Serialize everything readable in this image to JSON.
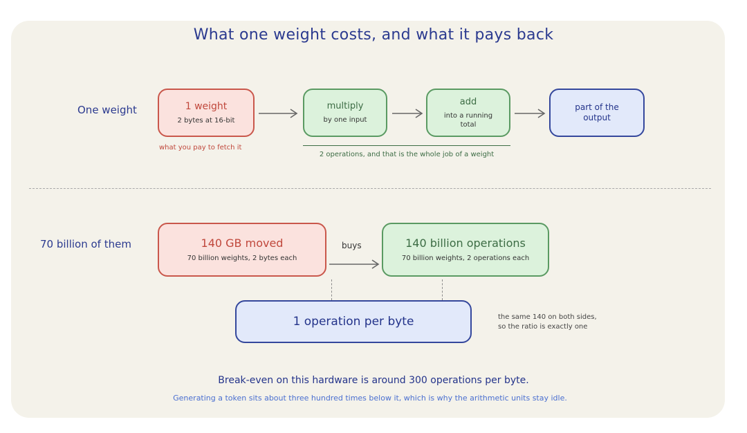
{
  "title": "What one weight costs, and what it pays back",
  "top_row": {
    "label": "One weight",
    "box_weight": {
      "title": "1 weight",
      "subtitle": "2 bytes at 16-bit"
    },
    "box_multiply": {
      "title": "multiply",
      "subtitle": "by one input"
    },
    "box_add": {
      "title": "add",
      "subtitle": "into a running total"
    },
    "box_output": {
      "title": "part of the output"
    },
    "fetch_note": "what you pay to fetch it",
    "ops_note": "2 operations, and that is the whole job of a weight"
  },
  "bottom_row": {
    "label": "70 billion of them",
    "box_moved": {
      "title": "140 GB moved",
      "subtitle": "70 billion weights, 2 bytes each"
    },
    "buys_label": "buys",
    "box_ops": {
      "title": "140 billion operations",
      "subtitle": "70 billion weights, 2 operations each"
    },
    "box_ratio": {
      "title": "1 operation per byte"
    },
    "side_note_line1": "the same 140 on both sides,",
    "side_note_line2": "so the ratio is exactly one"
  },
  "footer": {
    "main": "Break-even on this hardware is around 300 operations per byte.",
    "sub": "Generating a token sits about three hundred times below it, which is why the arithmetic units stay idle."
  },
  "colors": {
    "red_border": "#c9574b",
    "green_border": "#5a9a62",
    "blue_border": "#34479c",
    "title_blue": "#2b3a8f",
    "panel_bg": "#f4f2ea"
  }
}
